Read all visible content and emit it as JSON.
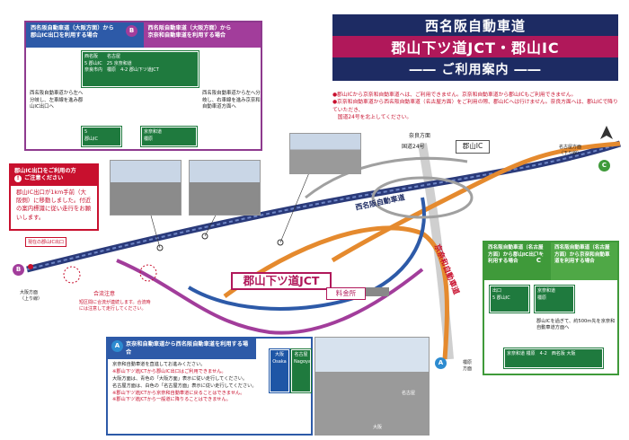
{
  "title": {
    "line1": "西名阪自動車道",
    "line2": "郡山下ツ道JCT・郡山IC",
    "line3": "―― ご利用案内 ――"
  },
  "notice": {
    "lines": [
      "●郡山ICから京奈和自動車道へは、ご利用できません。京奈和自動車道から郡山ICもご利用できません。",
      "●京奈和自動車道から西名阪自動車道（名古屋方面）をご利用の際、郡山ICへは行けません。奈良方面へは、郡山ICで降りていただき、",
      "　国道24号を北上してください。"
    ]
  },
  "box_b": {
    "left_header": "西名阪自動車道（大阪方面）から\n郡山IC出口を利用する場合",
    "right_header": "西名阪自動車道（大阪方面）から\n京奈和自動車道を利用する場合",
    "marker": "B",
    "left_note": "西名阪自動車道から左へ分岐し、左車線を進み郡山IC出口へ",
    "right_note": "西名阪自動車道から左へ分岐し、右車線を進み京奈和自動車道方面へ",
    "sign_top": [
      "西名阪",
      "名古屋",
      "5 郡山IC",
      "25 京奈和道",
      "奈良市内",
      "橿原",
      "4-2 郡山下ツ道JCT"
    ],
    "sign_bottom_left": [
      "5",
      "郡山IC"
    ],
    "sign_bottom_right": [
      "京奈和道",
      "橿原"
    ]
  },
  "box_warn": {
    "header_line1": "郡山IC出口をご利用の方",
    "header_line2": "ご注意ください",
    "marker": "!",
    "body": "郡山IC出口が1km手前（大阪側）に移動しました。付近の案内標識に従い走行をお願いします。"
  },
  "box_a": {
    "marker": "A",
    "header": "京奈和自動車道から西名阪自動車道を利用する場合",
    "intro": "京奈和自動車道を直進してお進みください。",
    "red_note1": "※郡山下ツ道JCTから郡山IC出口はご利用できません。",
    "lines": [
      "大阪方面は、青色の「大阪方面」表示に従い走行してください。",
      "名古屋方面は、白色の「名古屋方面」表示に従い走行してください。"
    ],
    "red_notes": [
      "※郡山下ツ道JCTから京奈和自動車道に戻ることはできません。",
      "※郡山下ツ道JCTから一般道に降りることはできません。"
    ],
    "sign_left": [
      "大阪",
      "Osaka"
    ],
    "sign_right": [
      "名古屋",
      "Nagoya"
    ],
    "photo_labels": [
      "名古屋",
      "大阪"
    ]
  },
  "box_c": {
    "marker": "C",
    "left_header": "西名阪自動車道（名古屋方面）から郡山IC出口を利用する場合",
    "right_header": "西名阪自動車道（名古屋方面）から京奈和自動車道を利用する場合",
    "note": "郡山ICを過ぎて、約500m先を京奈和自動車道方面へ",
    "sign_top_left": [
      "出口",
      "5 郡山IC"
    ],
    "sign_top_right": [
      "京奈和道",
      "橿原"
    ],
    "sign_bottom": [
      "京奈和道",
      "橿原",
      "4-2",
      "西名阪",
      "大阪"
    ]
  },
  "map": {
    "nishi_meihan": "西名阪自動車道",
    "keinawa": "京奈和自動車道",
    "jct": "郡山下ツ道JCT",
    "toll": "料金所",
    "ic": "郡山IC",
    "route24": "国道24号",
    "nara": "奈良方面",
    "kashihara": "橿原\n方面",
    "nagoya": "名古屋方面\n（下り線）",
    "osaka": "大阪方面\n（上り線）",
    "current_exit": "現在の郡山IC出口",
    "merge_caution": "合流注意",
    "merge_note": "短区間に合流が連続します。合流時には注意して走行してください。",
    "markers": [
      "B",
      "A",
      "C"
    ]
  },
  "colors": {
    "navy": "#1d2b63",
    "magenta": "#b0185a",
    "red": "#c8102e",
    "blue": "#2d5aa8",
    "green": "#3f9a3a",
    "purple": "#a23d9b"
  }
}
